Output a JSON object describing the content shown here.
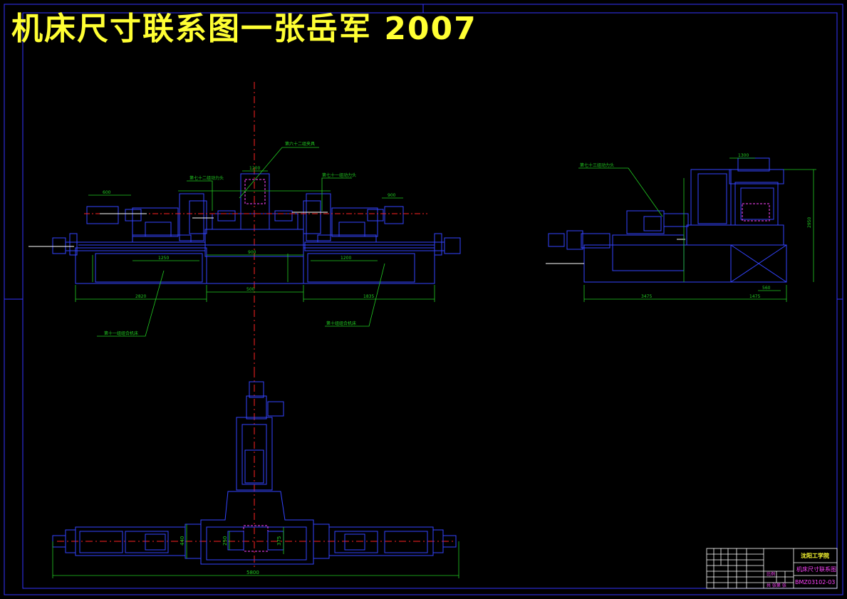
{
  "title": "机床尺寸联系图一张岳军 2007",
  "colors": {
    "background": "#000000",
    "frame": "#3333ff",
    "part": "#3344ff",
    "dim": "#22cc22",
    "axis": "#ff2222",
    "title": "#ffff33",
    "tb_text": "#ff44ff",
    "white": "#ffffff"
  },
  "front_view": {
    "labels": {
      "fixture": "第六十二组夹具",
      "spindle_left": "第七十二组动力头",
      "spindle_right": "第七十一组动力头",
      "base_left": "第十一组组合机床",
      "base_right": "第十组组合机床"
    },
    "dims": {
      "d1": "2820",
      "d2": "500",
      "d3": "1835",
      "d4": "1250",
      "d5": "900",
      "d6": "1200",
      "d7": "600",
      "d8": "900",
      "d9": "1200"
    }
  },
  "side_view": {
    "labels": {
      "spindle": "第七十三组动力头"
    },
    "dims": {
      "d1": "3475",
      "d2": "1475",
      "d3": "2950",
      "d4": "560",
      "d5": "1300"
    }
  },
  "top_view": {
    "dims": {
      "overall": "5800",
      "h1": "440",
      "h2": "250",
      "h3": "375"
    }
  },
  "title_block": {
    "school": "沈阳工学院",
    "drawing_name": "机床尺寸联系图",
    "drawing_number": "BMZ03102-03",
    "scale_label": "比例",
    "sheet_label": "共 张第 张"
  }
}
